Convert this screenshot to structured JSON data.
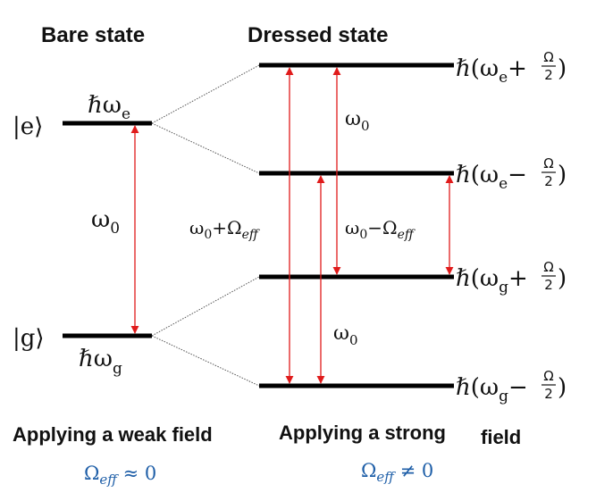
{
  "headings": {
    "bare": "Bare state",
    "dressed": "Dressed state"
  },
  "bare_states": {
    "excited_ket": "|e⟩",
    "ground_ket": "|g⟩",
    "excited_energy": "ℏω",
    "excited_energy_sub": "e",
    "ground_energy": "ℏω",
    "ground_energy_sub": "g",
    "transition": "ω",
    "transition_sub": "0"
  },
  "dressed_levels": [
    {
      "prefix": "ℏ(ω",
      "sub": "e",
      "sign": "+",
      "num": "Ω",
      "den": "2",
      "suffix": ")"
    },
    {
      "prefix": "ℏ(ω",
      "sub": "e",
      "sign": "−",
      "num": "Ω",
      "den": "2",
      "suffix": ")"
    },
    {
      "prefix": "ℏ(ω",
      "sub": "g",
      "sign": "+",
      "num": "Ω",
      "den": "2",
      "suffix": ")"
    },
    {
      "prefix": "ℏ(ω",
      "sub": "g",
      "sign": "−",
      "num": "Ω",
      "den": "2",
      "suffix": ")"
    }
  ],
  "transitions": {
    "sum": {
      "main": "ω",
      "sub0": "0",
      "op": "+Ω",
      "sub": "eff"
    },
    "diff": {
      "main": "ω",
      "sub0": "0",
      "op": "−Ω",
      "sub": "eff"
    },
    "upper": {
      "main": "ω",
      "sub0": "0"
    },
    "lower": {
      "main": "ω",
      "sub0": "0"
    }
  },
  "footer": {
    "weak": "Applying a weak field",
    "strong": "Applying a strong",
    "strong_tail": "field"
  },
  "conditions": {
    "weak": {
      "main": "Ω",
      "sub": "eff",
      "rel": " ≈ 0"
    },
    "strong": {
      "main": "Ω",
      "sub": "eff",
      "rel": " ≠ 0"
    }
  },
  "colors": {
    "level": "#000000",
    "arrow": "#e01b1b",
    "condition": "#1f5fa8",
    "connector": "#555555"
  }
}
